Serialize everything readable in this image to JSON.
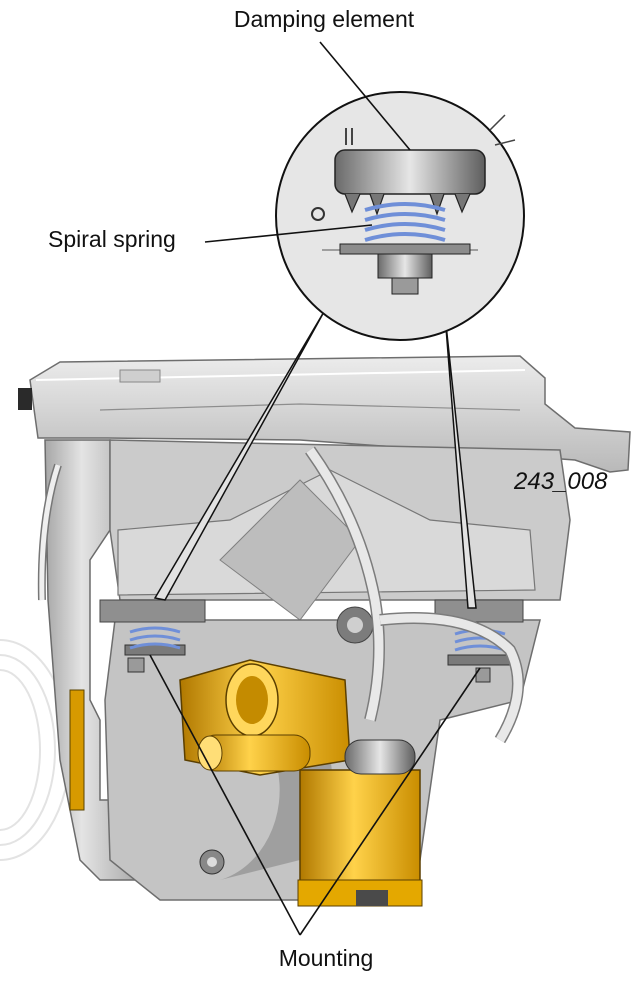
{
  "labels": {
    "damping_element": "Damping element",
    "spiral_spring": "Spiral spring",
    "figure_code": "243_008",
    "mounting": "Mounting"
  },
  "colors": {
    "housing": "#d4d4d4",
    "housing_dark": "#9a9a9a",
    "yellow_component": "#f2b400",
    "spring": "#6f8fd8",
    "leader_line": "#111111"
  }
}
